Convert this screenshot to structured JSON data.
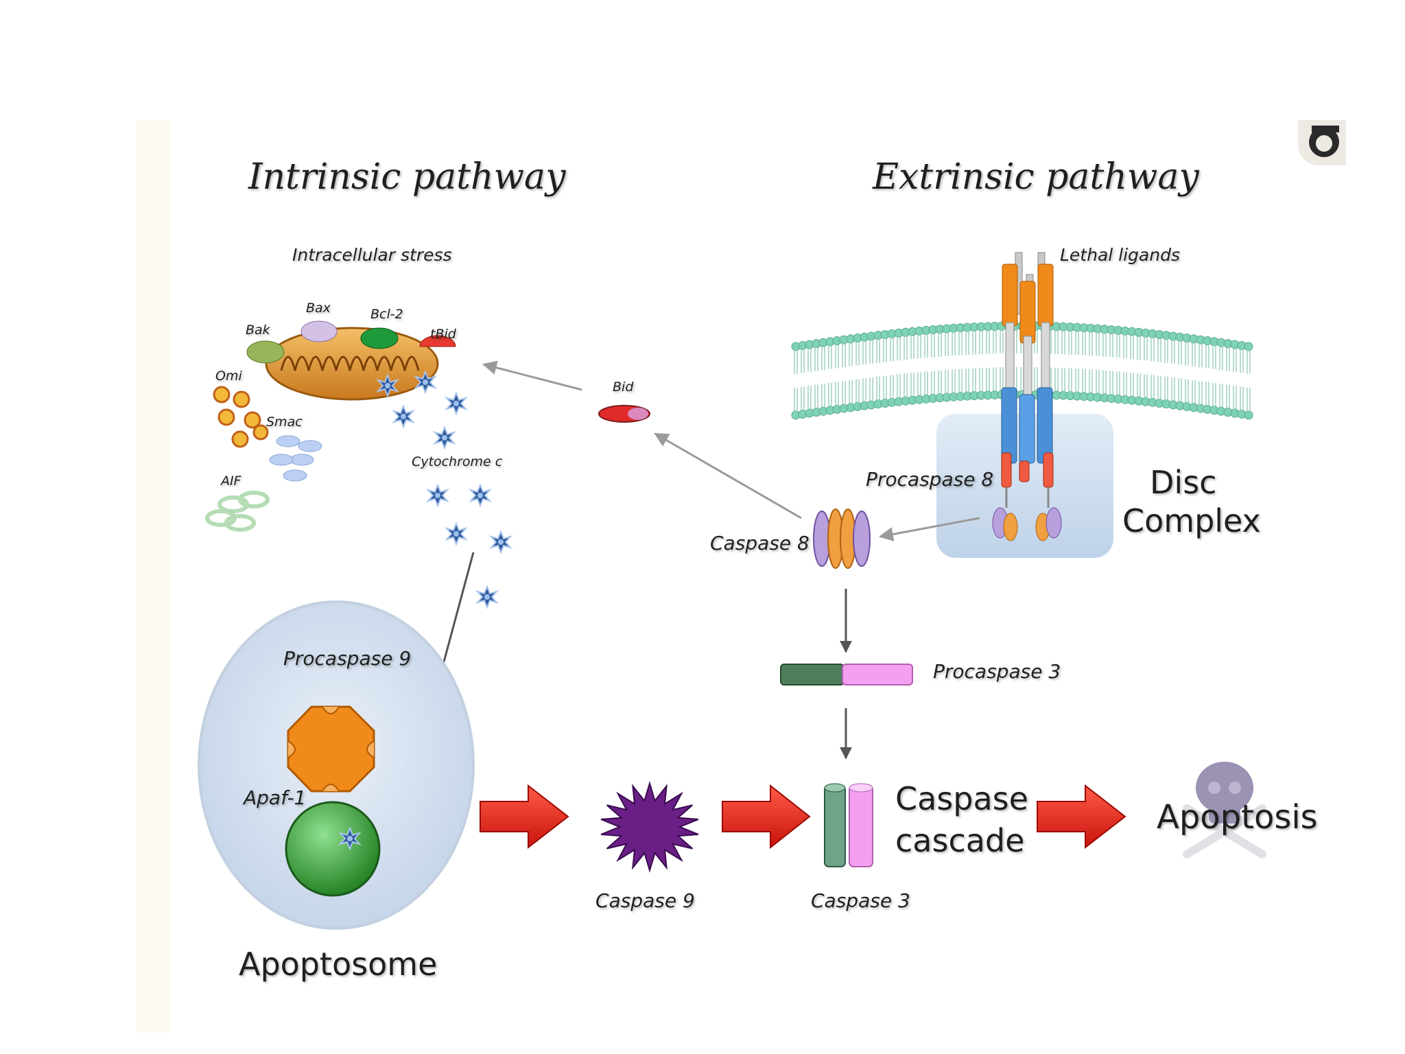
{
  "titles": {
    "intrinsic": "Intrinsic pathway",
    "extrinsic": "Extrinsic pathway"
  },
  "labels": {
    "intracellular_stress": "Intracellular stress",
    "lethal_ligands": "Lethal ligands",
    "bax": "Bax",
    "bak": "Bak",
    "bcl2": "Bcl-2",
    "tbid": "tBid",
    "omi": "Omi",
    "smac": "Smac",
    "aif": "AIF",
    "cytochrome_c": "Cytochrome c",
    "bid": "Bid",
    "procaspase8": "Procaspase 8",
    "disc_line1": "Disc",
    "disc_line2": "Complex",
    "caspase8": "Caspase 8",
    "procaspase3": "Procaspase 3",
    "procaspase9": "Procaspase 9",
    "apaf1": "Apaf-1",
    "apoptosome": "Apoptosome",
    "caspase9": "Caspase 9",
    "caspase3": "Caspase 3",
    "cascade_line1": "Caspase",
    "cascade_line2": "cascade",
    "apoptosis": "Apoptosis"
  },
  "colors": {
    "arrow_red": "#e8261c",
    "mitochondrion": "#e7a43c",
    "membrane": "#7fd3b5",
    "receptor_orange": "#f08a1a",
    "receptor_blue": "#4a90d6",
    "caspase_purple": "#b8a0dc",
    "caspase_orange": "#f0a040",
    "procaspase9": "#f08a1a",
    "apaf1": "#2e9e2e",
    "caspase9": "#6a1f86",
    "procaspase3_green": "#4d7d5a",
    "procaspase3_pink": "#f4a0f0",
    "cytochrome": "#2f5a9a"
  }
}
